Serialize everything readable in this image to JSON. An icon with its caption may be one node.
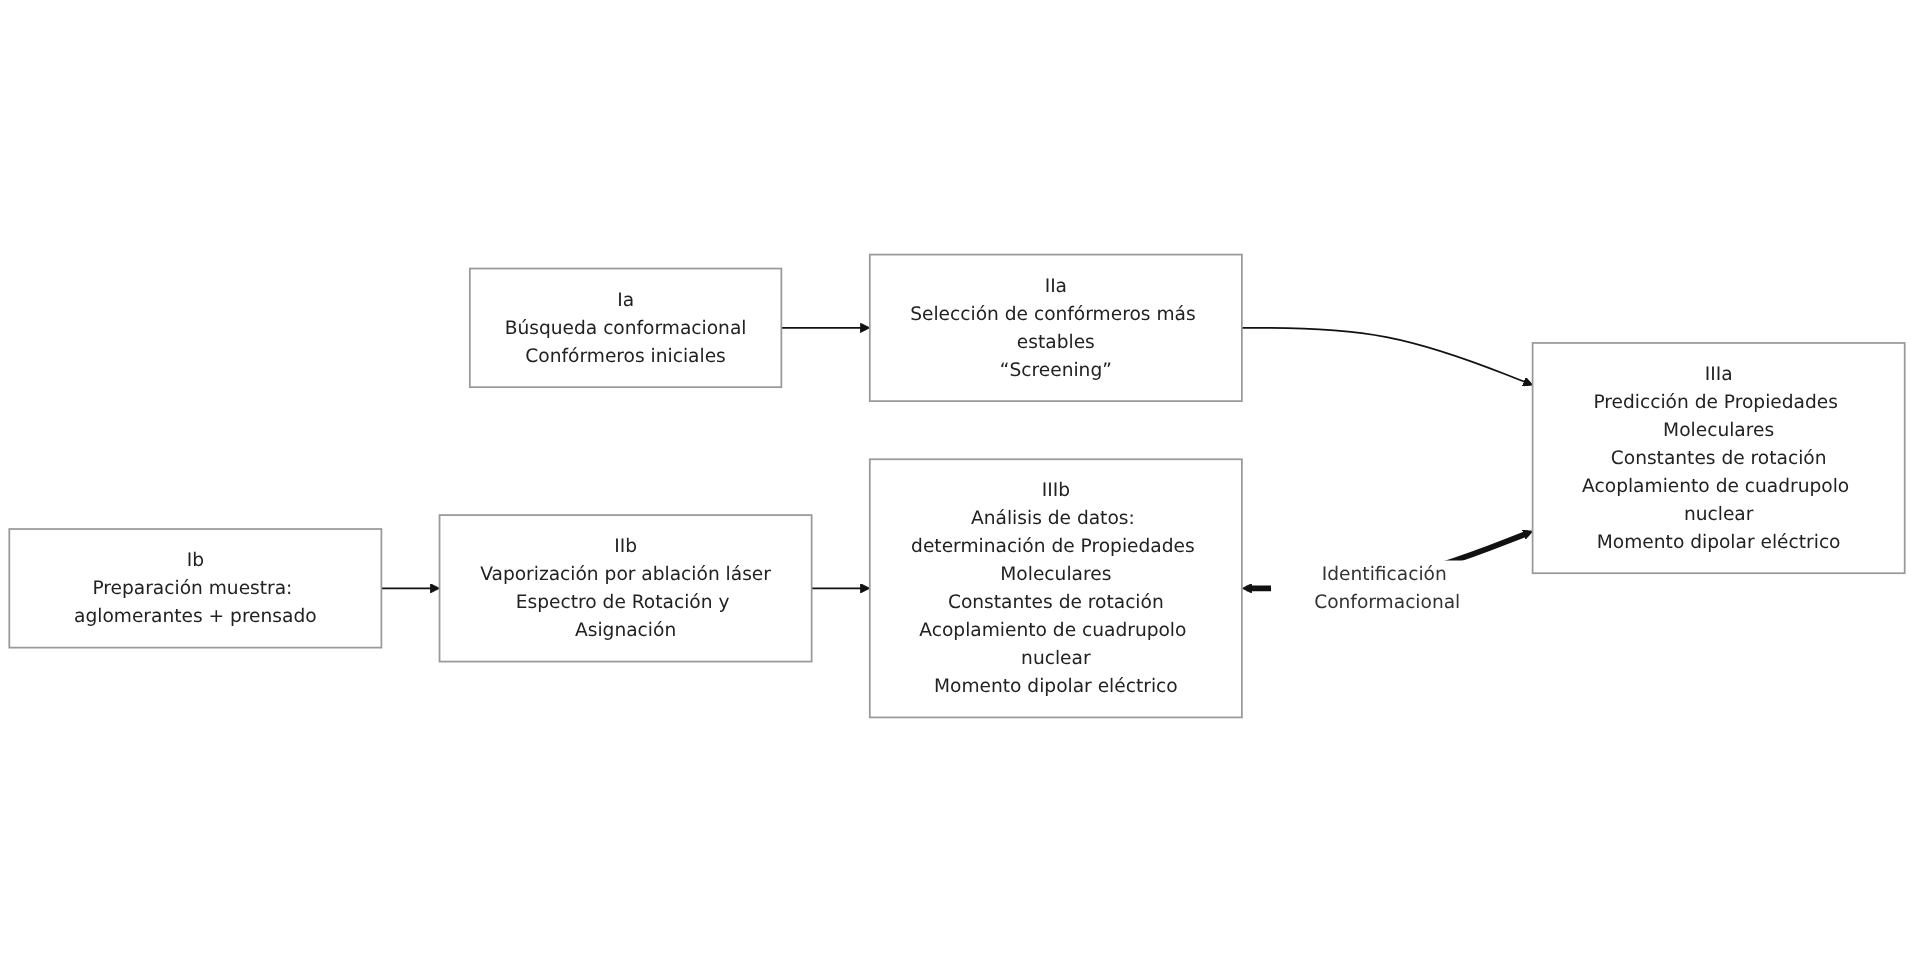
{
  "diagram": {
    "nodes": [
      {
        "text": [
          "Ib",
          "Preparación muestra: aglomerantes + prensado"
        ]
      },
      {
        "text": [
          "IIb",
          "Vaporización por ablación láser",
          "Espectro de Rotación y Asignación"
        ]
      },
      {
        "text": [
          "IIIb",
          "Análisis de datos: determinación de Propiedades Moleculares",
          "Constantes de rotación",
          "Acoplamiento de cuadrupolo nuclear",
          "Momento dipolar eléctrico"
        ]
      },
      {
        "text": [
          "Ia",
          "Búsqueda conformacional",
          "Confórmeros iniciales"
        ]
      },
      {
        "text": [
          "IIa",
          "Selección de confórmeros más estables",
          "“Screening”"
        ]
      },
      {
        "text": [
          "IIIa",
          "Predicción de Propiedades Moleculares",
          "Constantes de rotación",
          "Acoplamiento de cuadrupolo nuclear",
          "Momento dipolar eléctrico"
        ]
      }
    ],
    "edges": [
      {
        "from": 0,
        "to": 1,
        "arrow": "to"
      },
      {
        "from": 1,
        "to": 2,
        "arrow": "to"
      },
      {
        "from": 3,
        "to": 4,
        "arrow": "to"
      },
      {
        "from": 4,
        "to": 5,
        "arrow": "to"
      },
      {
        "from": 2,
        "to": 5,
        "arrow": "both",
        "style": "thick",
        "label": "Identificación Conformacional"
      }
    ]
  }
}
